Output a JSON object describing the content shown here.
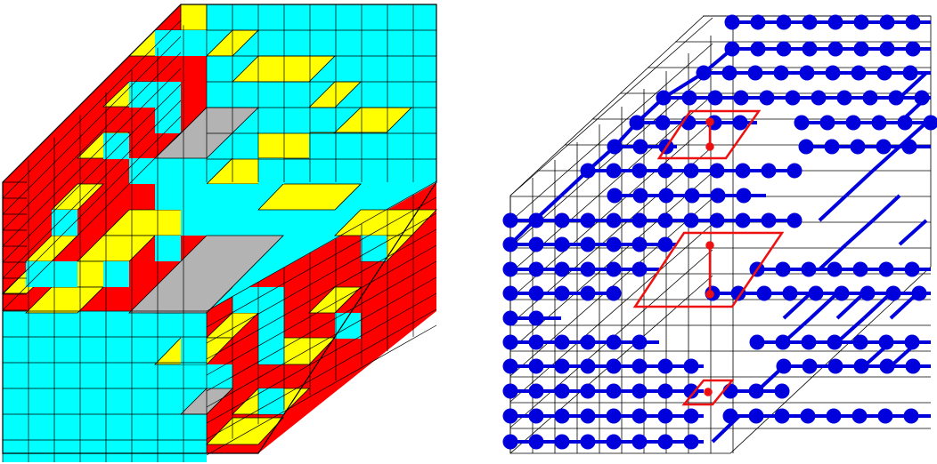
{
  "figure": {
    "panels": [
      {
        "id": "left",
        "kind": "colored-tiling",
        "colors": {
          "top": "#ffff00",
          "left": "#ff0000",
          "right": "#00ffff",
          "hole": "#b3b3b3",
          "edge": "#000000"
        }
      },
      {
        "id": "right",
        "kind": "dimer-paths",
        "colors": {
          "path": "#0000dd",
          "defect": "#ee1111",
          "grid": "#000000",
          "background": "#ffffff"
        }
      }
    ]
  }
}
